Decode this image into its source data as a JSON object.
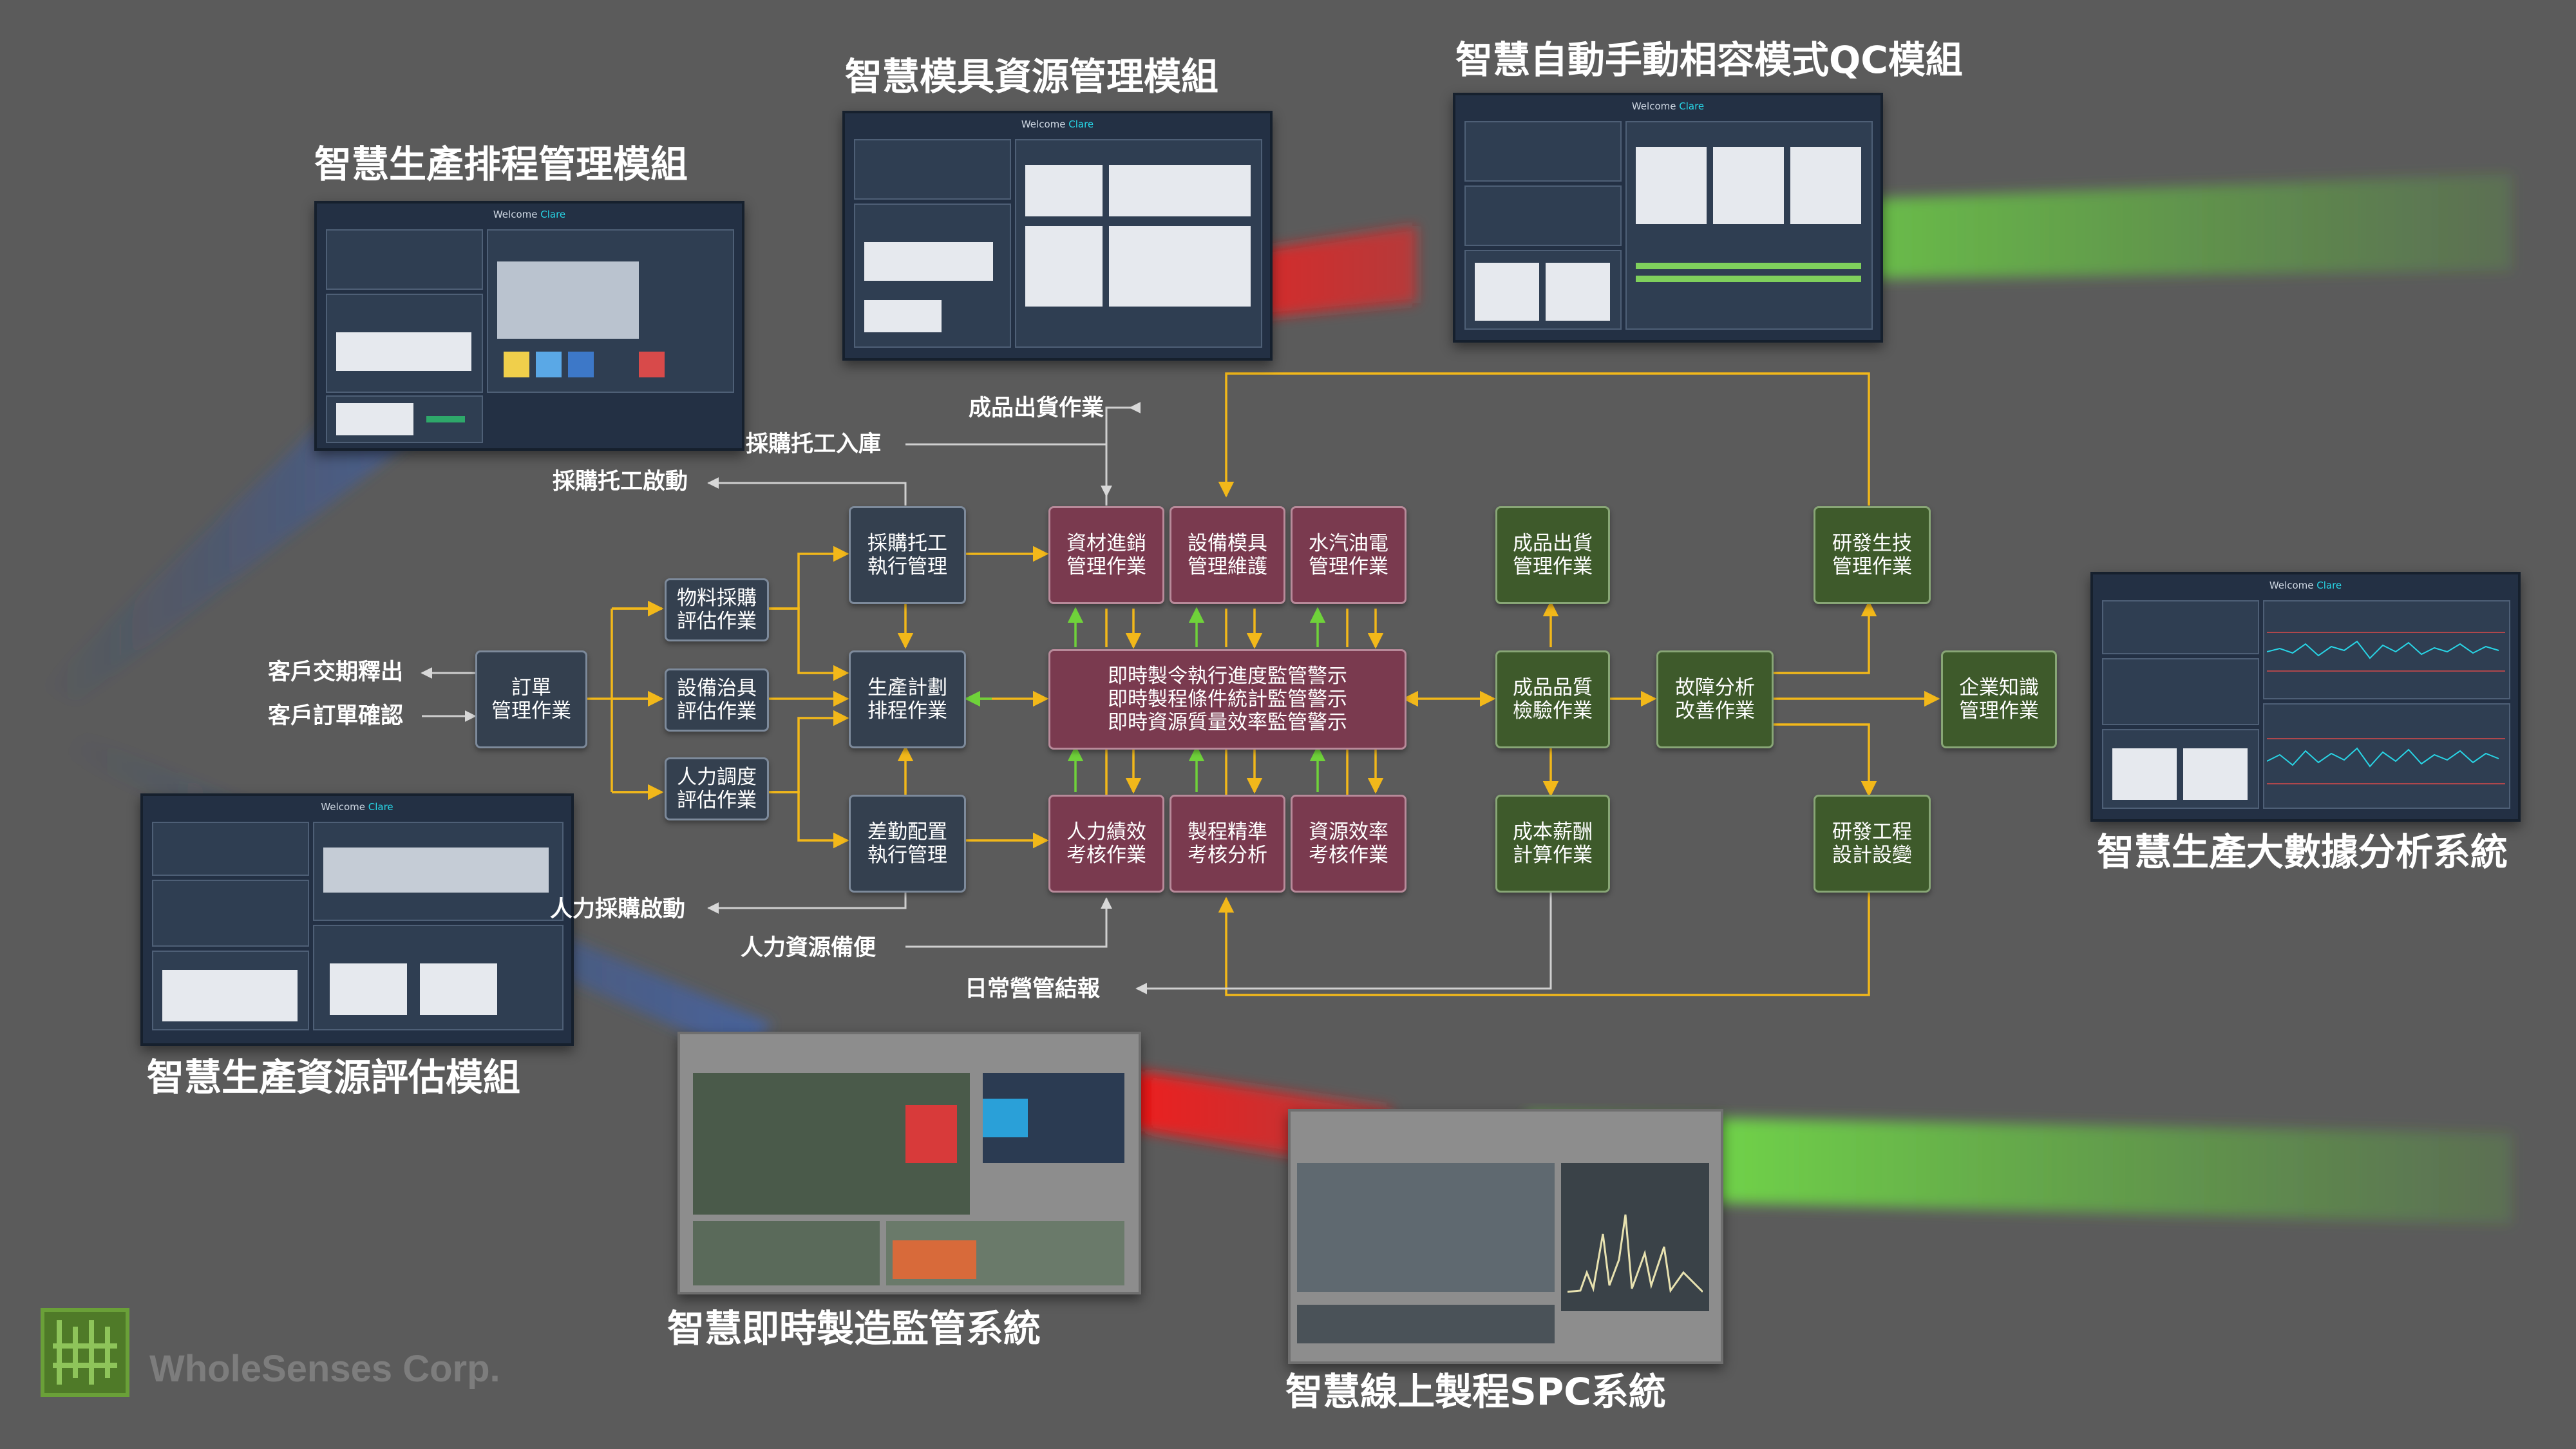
{
  "colors": {
    "background": "#5b5b5b",
    "flow_blue_box": "#34404f",
    "flow_maroon_box": "#7a3a4f",
    "flow_green_box": "#3e5a2b",
    "arrow_yellow": "#f2b81a",
    "arrow_green": "#6fd23a",
    "connector": "#b9b9b9",
    "accent_cyan": "#28d5e6"
  },
  "titles": {
    "scheduling": "智慧生產排程管理模組",
    "mold": "智慧模具資源管理模組",
    "qc": "智慧自動手動相容模式QC模組",
    "bigdata": "智慧生產大數據分析系統",
    "resource_eval": "智慧生產資源評估模組",
    "realtime": "智慧即時製造監管系統",
    "spc": "智慧線上製程SPC系統"
  },
  "screens": {
    "welcome_text": "Welcome",
    "welcome_user": "Clare"
  },
  "flow": {
    "order_mgmt": "訂單\n管理作業",
    "material_eval": "物料採購\n評估作業",
    "equipment_eval": "設備治具\n評估作業",
    "manpower_eval": "人力調度\n評估作業",
    "purchase_exec": "採購托工\n執行管理",
    "production_plan": "生產計劃\n排程作業",
    "dispatch_exec": "差勤配置\n執行管理",
    "material_stock": "資材進銷\n管理作業",
    "equipment_maint": "設備模具\n管理維護",
    "utilities": "水汽油電\n管理作業",
    "monitor_center": "即時製令執行進度監管警示\n即時製程條件統計監管警示\n即時資源質量效率監管警示",
    "hr_eval": "人力績效\n考核作業",
    "process_analysis": "製程精準\n考核分析",
    "resource_eff": "資源效率\n考核作業",
    "shipping_mgmt": "成品出貨\n管理作業",
    "quality_inspect": "成品品質\n檢驗作業",
    "cost_calc": "成本薪酬\n計算作業",
    "fault_analysis": "故障分析\n改善作業",
    "rd_tech": "研發生技\n管理作業",
    "rd_design": "研發工程\n設計設變",
    "knowledge": "企業知識\n管理作業"
  },
  "io_labels": {
    "customer_delivery": "客戶交期釋出",
    "customer_order": "客戶訂單確認",
    "shipping_op": "成品出貨作業",
    "purchase_in": "採購托工入庫",
    "purchase_start": "採購托工啟動",
    "hr_purchase_start": "人力採購啟動",
    "hr_standby": "人力資源備便",
    "daily_report": "日常營管結報"
  },
  "company": {
    "name": "WholeSenses Corp."
  }
}
